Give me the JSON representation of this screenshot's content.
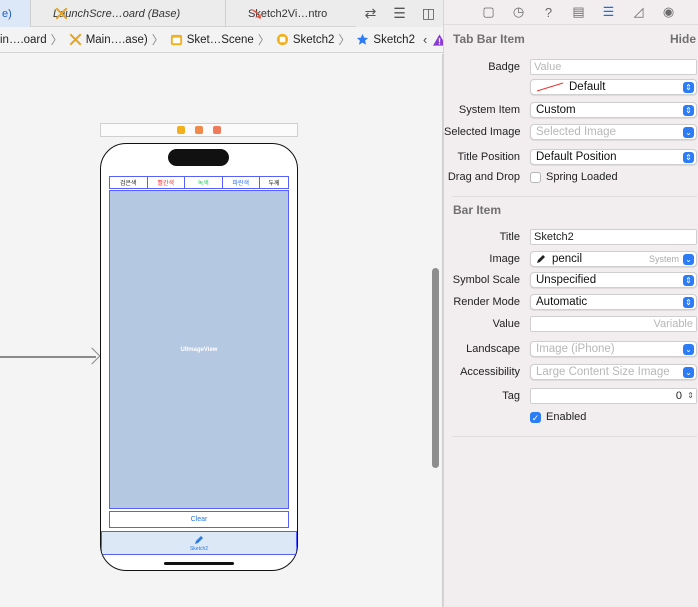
{
  "tabs": [
    {
      "label": "e)",
      "active": true
    },
    {
      "label": "LaunchScre…oard (Base)",
      "icon": "storyboard-icon"
    },
    {
      "label": "Sketch2Vi…ntro",
      "icon": "swift-icon"
    }
  ],
  "jumpbar": {
    "items": [
      {
        "label": "in….oard"
      },
      {
        "label": "Main….ase)",
        "icon": "storyboard-icon"
      },
      {
        "label": "Sket…Scene",
        "icon": "scene-icon"
      },
      {
        "label": "Sketch2",
        "icon": "view-controller-icon"
      },
      {
        "label": "Sketch2",
        "icon": "star-icon"
      }
    ]
  },
  "phone": {
    "segments": [
      "검은색",
      "빨간색",
      "녹색",
      "파란색",
      "두께"
    ],
    "segment_colors": [
      "#222222",
      "#ff2d2d",
      "#22c55e",
      "#2f6ff0",
      "#222222"
    ],
    "image_view_label": "UIImageView",
    "clear_label": "Clear",
    "tab_item_label": "Sketch2"
  },
  "inspector": {
    "tab_bar_item": {
      "header": "Tab Bar Item",
      "hide": "Hide",
      "badge_label": "Badge",
      "badge_placeholder": "Value",
      "badge_color": "Default",
      "system_item_label": "System Item",
      "system_item": "Custom",
      "selected_image_label": "Selected Image",
      "selected_image_placeholder": "Selected Image",
      "title_position_label": "Title Position",
      "title_position": "Default Position",
      "drag_drop_label": "Drag and Drop",
      "spring_loaded": "Spring Loaded"
    },
    "bar_item": {
      "header": "Bar Item",
      "title_label": "Title",
      "title": "Sketch2",
      "image_label": "Image",
      "image": "pencil",
      "image_badge": "System",
      "symbol_scale_label": "Symbol Scale",
      "symbol_scale": "Unspecified",
      "render_mode_label": "Render Mode",
      "render_mode": "Automatic",
      "value_label": "Value",
      "value_placeholder": "Variable",
      "landscape_label": "Landscape",
      "landscape_placeholder": "Image (iPhone)",
      "accessibility_label": "Accessibility",
      "accessibility_placeholder": "Large Content Size Image",
      "tag_label": "Tag",
      "tag": "0",
      "enabled_label": "Enabled"
    }
  }
}
